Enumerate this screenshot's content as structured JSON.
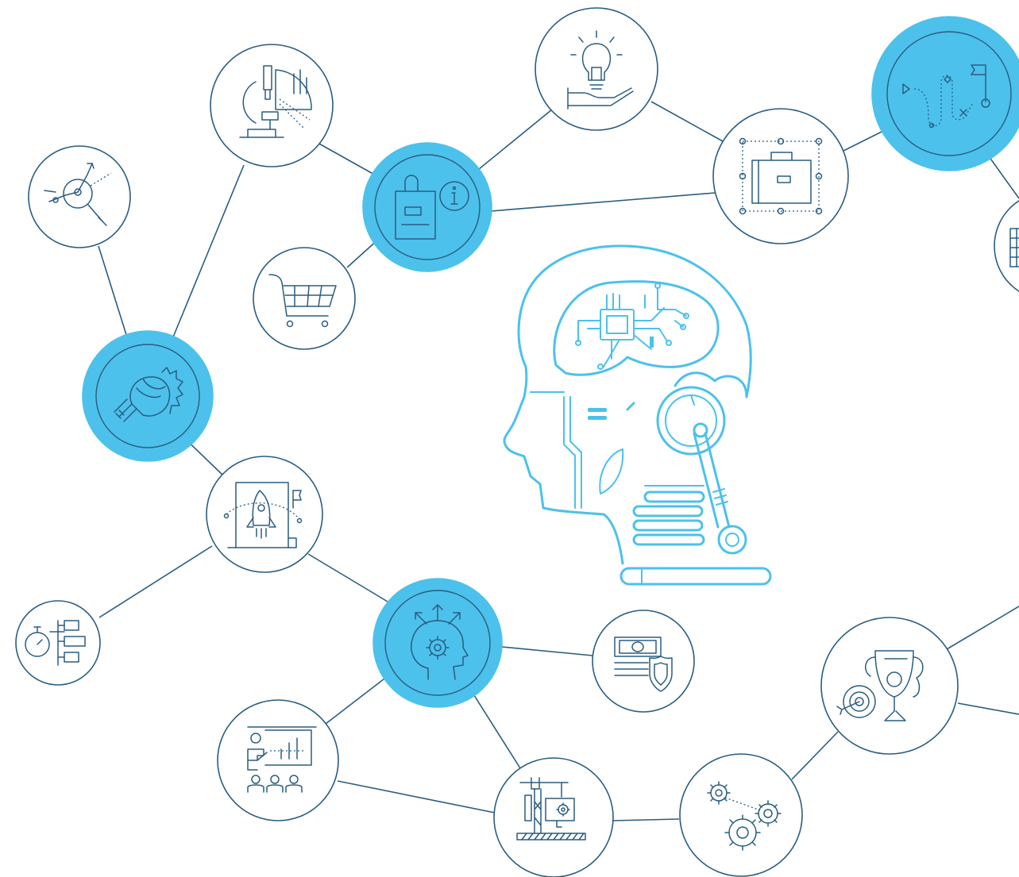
{
  "diagram": {
    "colors": {
      "accent": "#4cc1ec",
      "line": "#2a5d80",
      "background": "#ffffff"
    },
    "central_figure": "ai-robot-head-icon",
    "nodes": [
      {
        "id": "research-lab",
        "icon": "microscope-chart-icon",
        "highlight": false
      },
      {
        "id": "analytics",
        "icon": "magnifier-trend-icon",
        "highlight": false
      },
      {
        "id": "shopping-info",
        "icon": "shopping-bag-info-icon",
        "highlight": true
      },
      {
        "id": "idea",
        "icon": "lightbulb-hand-icon",
        "highlight": false
      },
      {
        "id": "cart",
        "icon": "shopping-cart-icon",
        "highlight": false
      },
      {
        "id": "business",
        "icon": "briefcase-select-icon",
        "highlight": false
      },
      {
        "id": "strategy",
        "icon": "route-flag-icon",
        "highlight": true
      },
      {
        "id": "edge-right",
        "icon": "grid-icon",
        "highlight": false
      },
      {
        "id": "power",
        "icon": "punch-fist-icon",
        "highlight": true
      },
      {
        "id": "launch",
        "icon": "rocket-plan-icon",
        "highlight": false
      },
      {
        "id": "timing",
        "icon": "stopwatch-flow-icon",
        "highlight": false
      },
      {
        "id": "thinking",
        "icon": "head-gear-arrows-icon",
        "highlight": true
      },
      {
        "id": "money-security",
        "icon": "money-shield-icon",
        "highlight": false
      },
      {
        "id": "presentation",
        "icon": "presentation-audience-icon",
        "highlight": false
      },
      {
        "id": "construction",
        "icon": "crane-gear-icon",
        "highlight": false
      },
      {
        "id": "process",
        "icon": "gears-icon",
        "highlight": false
      },
      {
        "id": "achievement",
        "icon": "trophy-target-icon",
        "highlight": false
      }
    ]
  }
}
